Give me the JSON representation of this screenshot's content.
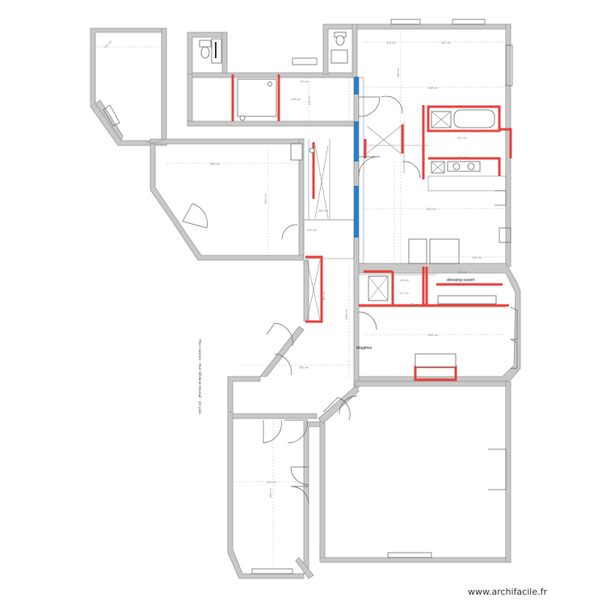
{
  "labels": {
    "dressing": "dressing ouvert",
    "etageres": "étagères",
    "side_title": "Plan existant - Rue Villebois Mareuil - 1Er plan"
  },
  "watermark": "www.archifacile.fr",
  "dimensions": [
    "120 cm",
    "380 cm",
    "600 cm",
    "167 cm",
    "210 cm",
    "448 cm",
    "280 cm",
    "237 cm",
    "160 cm",
    "540 cm",
    "120 cm",
    "232 cm",
    "248 cm",
    "60 cm",
    "260 cm",
    "200 cm",
    "264 cm",
    "128 cm",
    "263 cm",
    "127 cm",
    "70 cm",
    "690 cm",
    "1030 cm",
    "380 cm",
    "580 cm",
    "440 cm",
    "110 cm"
  ]
}
